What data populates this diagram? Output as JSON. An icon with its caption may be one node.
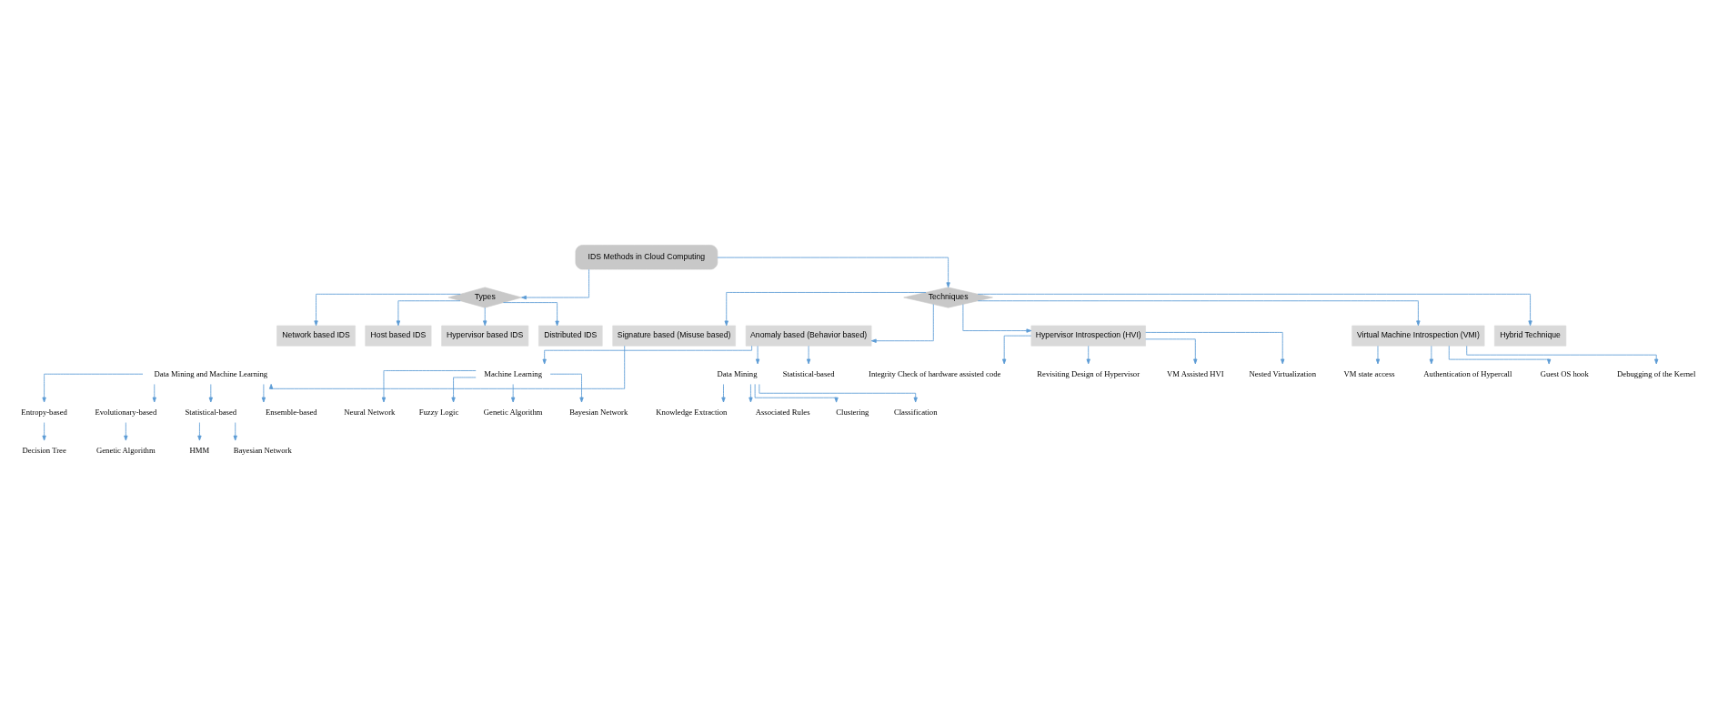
{
  "diagram": {
    "nodes": [
      {
        "text": [
          "IDS Methods in Cloud Computing"
        ]
      },
      {
        "text": [
          "Types"
        ]
      },
      {
        "text": [
          "Techniques"
        ]
      },
      {
        "text": [
          "Network based IDS"
        ]
      },
      {
        "text": [
          "Host based IDS"
        ]
      },
      {
        "text": [
          "Hypervisor based IDS"
        ]
      },
      {
        "text": [
          "Distributed IDS"
        ]
      },
      {
        "text": [
          "Signature based (Misuse based)"
        ]
      },
      {
        "text": [
          "Anomaly based (Behavior based)"
        ]
      },
      {
        "text": [
          "Hypervisor Introspection (HVI)"
        ]
      },
      {
        "text": [
          "Virtual Machine Introspection (VMI)"
        ]
      },
      {
        "text": [
          "Hybrid Technique"
        ]
      },
      {
        "text": [
          "Data Mining and Machine Learning"
        ]
      },
      {
        "text": [
          "Entropy-based"
        ]
      },
      {
        "text": [
          "Evolutionary-based"
        ]
      },
      {
        "text": [
          "Statistical-based"
        ]
      },
      {
        "text": [
          "Ensemble-based"
        ]
      },
      {
        "text": [
          "Decision Tree"
        ]
      },
      {
        "text": [
          "Genetic Algorithm"
        ]
      },
      {
        "text": [
          "HMM"
        ]
      },
      {
        "text": [
          "Bayesian Network"
        ]
      },
      {
        "text": [
          "Machine Learning"
        ]
      },
      {
        "text": [
          "Neural Network"
        ]
      },
      {
        "text": [
          "Fuzzy Logic"
        ]
      },
      {
        "text": [
          "Genetic Algorithm"
        ]
      },
      {
        "text": [
          "Bayesian Network"
        ]
      },
      {
        "text": [
          "Data Mining"
        ]
      },
      {
        "text": [
          "Knowledge Extraction"
        ]
      },
      {
        "text": [
          "Associated Rules"
        ]
      },
      {
        "text": [
          "Clustering"
        ]
      },
      {
        "text": [
          "Classification"
        ]
      },
      {
        "text": [
          "Statistical-based"
        ]
      },
      {
        "text": [
          "Integrity Check of hardware assisted code"
        ]
      },
      {
        "text": [
          "Revisiting Design of Hypervisor"
        ]
      },
      {
        "text": [
          "VM Assisted HVI"
        ]
      },
      {
        "text": [
          "Nested Virtualization"
        ]
      },
      {
        "text": [
          "VM state access"
        ]
      },
      {
        "text": [
          "Authentication of Hypercall"
        ]
      },
      {
        "text": [
          "Guest OS hook"
        ]
      },
      {
        "text": [
          "Debugging of the Kernel"
        ]
      }
    ],
    "edges": [
      {
        "from": 0,
        "to": 1,
        "arrow": "to"
      },
      {
        "from": 0,
        "to": 2,
        "arrow": "to"
      },
      {
        "from": 1,
        "to": 3,
        "arrow": "to"
      },
      {
        "from": 1,
        "to": 4,
        "arrow": "to"
      },
      {
        "from": 1,
        "to": 5,
        "arrow": "to"
      },
      {
        "from": 1,
        "to": 6,
        "arrow": "to"
      },
      {
        "from": 2,
        "to": 7,
        "arrow": "to"
      },
      {
        "from": 2,
        "to": 8,
        "arrow": "to"
      },
      {
        "from": 2,
        "to": 9,
        "arrow": "to"
      },
      {
        "from": 2,
        "to": 10,
        "arrow": "to"
      },
      {
        "from": 2,
        "to": 11,
        "arrow": "to"
      },
      {
        "from": 7,
        "to": 12,
        "arrow": "to"
      },
      {
        "from": 12,
        "to": 13,
        "arrow": "to"
      },
      {
        "from": 12,
        "to": 14,
        "arrow": "to"
      },
      {
        "from": 12,
        "to": 15,
        "arrow": "to"
      },
      {
        "from": 12,
        "to": 16,
        "arrow": "to"
      },
      {
        "from": 13,
        "to": 17,
        "arrow": "to"
      },
      {
        "from": 14,
        "to": 18,
        "arrow": "to"
      },
      {
        "from": 15,
        "to": 19,
        "arrow": "to"
      },
      {
        "from": 15,
        "to": 20,
        "arrow": "to"
      },
      {
        "from": 8,
        "to": 21,
        "arrow": "to"
      },
      {
        "from": 8,
        "to": 26,
        "arrow": "to"
      },
      {
        "from": 8,
        "to": 31,
        "arrow": "to"
      },
      {
        "from": 21,
        "to": 22,
        "arrow": "to"
      },
      {
        "from": 21,
        "to": 23,
        "arrow": "to"
      },
      {
        "from": 21,
        "to": 24,
        "arrow": "to"
      },
      {
        "from": 21,
        "to": 25,
        "arrow": "to"
      },
      {
        "from": 26,
        "to": 27,
        "arrow": "to"
      },
      {
        "from": 26,
        "to": 28,
        "arrow": "to"
      },
      {
        "from": 26,
        "to": 29,
        "arrow": "to"
      },
      {
        "from": 26,
        "to": 30,
        "arrow": "to"
      },
      {
        "from": 9,
        "to": 32,
        "arrow": "to"
      },
      {
        "from": 9,
        "to": 33,
        "arrow": "to"
      },
      {
        "from": 9,
        "to": 34,
        "arrow": "to"
      },
      {
        "from": 9,
        "to": 35,
        "arrow": "to"
      },
      {
        "from": 10,
        "to": 36,
        "arrow": "to"
      },
      {
        "from": 10,
        "to": 37,
        "arrow": "to"
      },
      {
        "from": 10,
        "to": 38,
        "arrow": "to"
      },
      {
        "from": 10,
        "to": 39,
        "arrow": "to"
      }
    ]
  }
}
